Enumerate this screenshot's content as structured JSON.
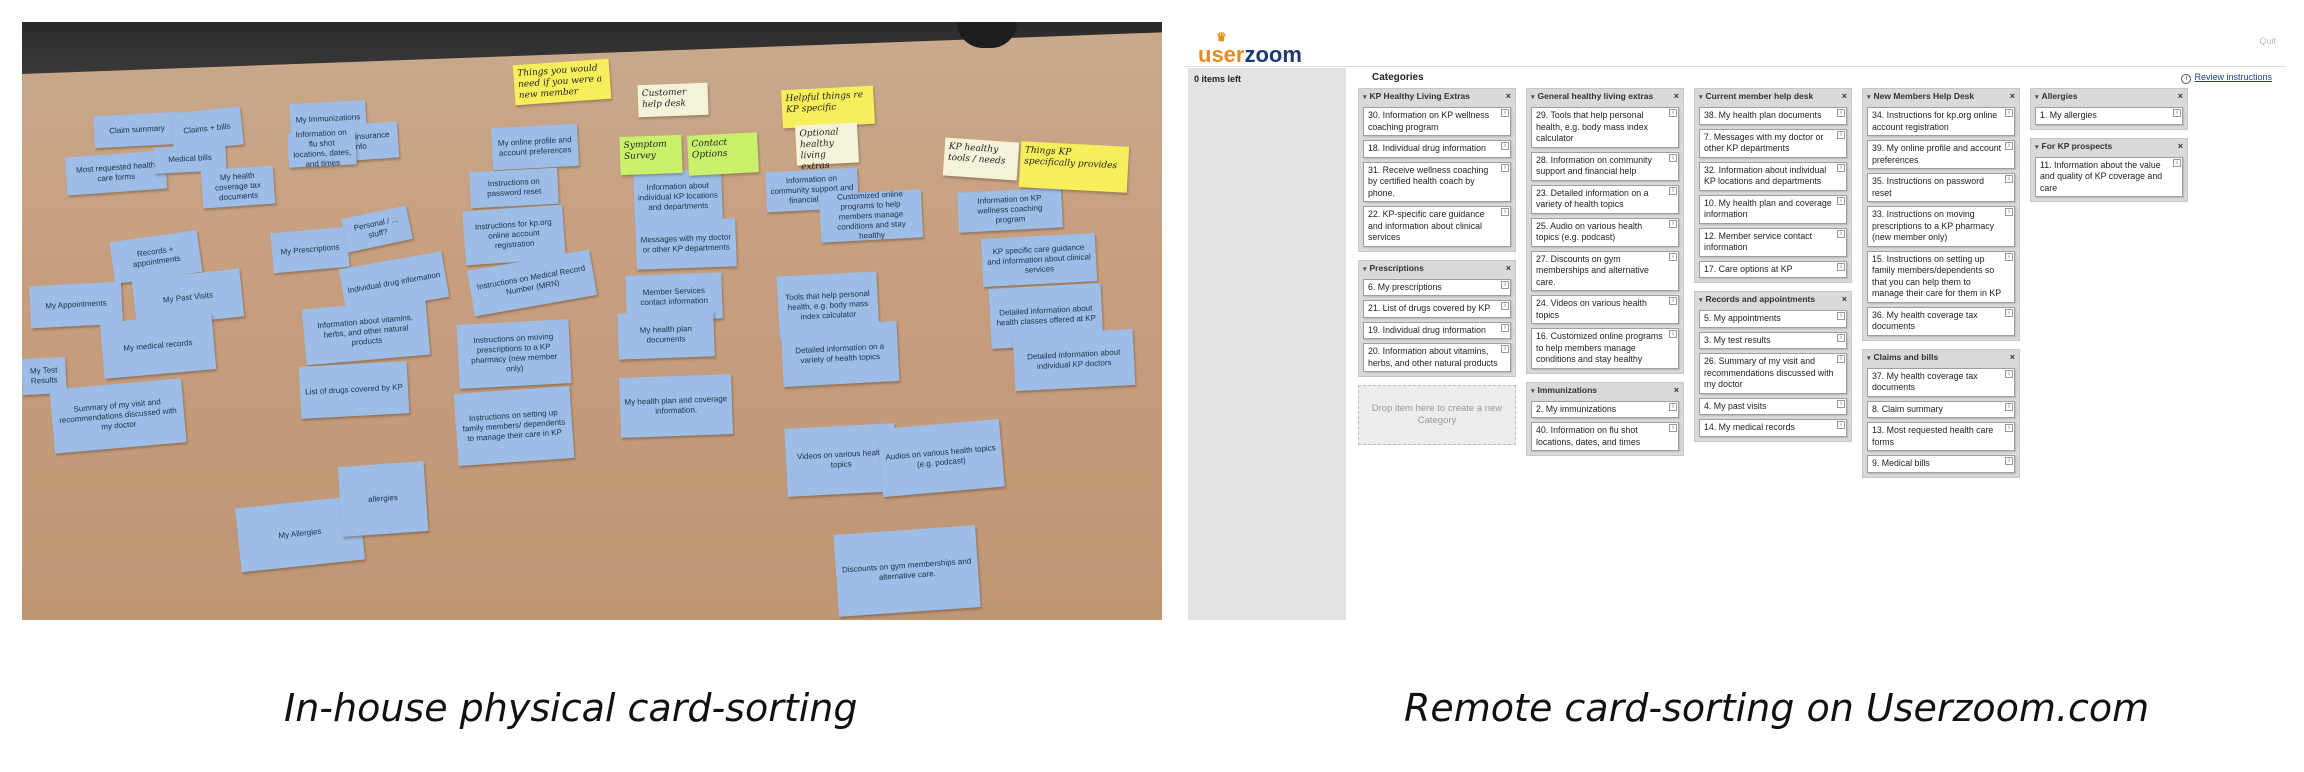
{
  "photo": {
    "cards": [
      {
        "t": "Claim summary"
      },
      {
        "t": "Most requested health care forms"
      },
      {
        "t": "Claims + bills"
      },
      {
        "t": "Medical bills"
      },
      {
        "t": "My health coverage tax documents"
      },
      {
        "t": "Records + appointments"
      },
      {
        "t": "My Past Visits"
      },
      {
        "t": "My Appointments"
      },
      {
        "t": "My medical records"
      },
      {
        "t": "My Test Results"
      },
      {
        "t": "Summary of my visit and recommendations discussed with my doctor"
      },
      {
        "t": "My Immunizations"
      },
      {
        "t": "Health insurance info"
      },
      {
        "t": "Information on flu shot locations, dates, and times"
      },
      {
        "t": "My Prescriptions"
      },
      {
        "t": "Individual drug information"
      },
      {
        "t": "Personal / ... stuff?"
      },
      {
        "t": "Information about vitamins, herbs, and other natural products"
      },
      {
        "t": "List of drugs covered by KP"
      },
      {
        "t": "My Allergies"
      },
      {
        "t": "allergies"
      },
      {
        "t": "My online profile and account preferences"
      },
      {
        "t": "Instructions on password reset"
      },
      {
        "t": "Instructions for kp.org online account registration"
      },
      {
        "t": "Instructions on Medical Record Number (MRN)"
      },
      {
        "t": "Instructions on moving prescriptions to a KP pharmacy (new member only)"
      },
      {
        "t": "Instructions on setting up family members/ dependents to manage their care in KP"
      },
      {
        "t": "Information about individual KP locations and departments"
      },
      {
        "t": "Messages with my doctor or other KP departments"
      },
      {
        "t": "Member Services contact information"
      },
      {
        "t": "My health plan documents"
      },
      {
        "t": "My health plan and coverage information."
      },
      {
        "t": "Information on community support and financial help"
      },
      {
        "t": "Customized online programs to help members manage conditions and stay healthy"
      },
      {
        "t": "Tools that help personal health, e.g. body mass index calculator"
      },
      {
        "t": "Detailed information on a variety of health topics"
      },
      {
        "t": "Videos on various health topics"
      },
      {
        "t": "Audios on various health topics (e.g. podcast)"
      },
      {
        "t": "Discounts on gym memberships and alternative care."
      },
      {
        "t": "Information on KP wellness coaching program"
      },
      {
        "t": "KP specific care guidance and information about clinical services"
      },
      {
        "t": "Detailed information about health classes offered at KP"
      },
      {
        "t": "Detailed information about individual KP doctors"
      }
    ],
    "stickies": [
      {
        "t": "Things you would need if you were a new member"
      },
      {
        "t": "Helpful things re KP specific"
      },
      {
        "t": "Things KP specifically provides"
      },
      {
        "t": "KP healthy tools / needs"
      },
      {
        "t": "Symptom Survey"
      },
      {
        "t": "Contact Options"
      },
      {
        "t": "Customer help desk"
      },
      {
        "t": "Optional healthy living extras"
      }
    ]
  },
  "captions": {
    "left": "In-house physical card-sorting",
    "right": "Remote card-sorting on Userzoom.com"
  },
  "userzoom": {
    "logo_a": "user",
    "logo_b": "zoom",
    "quit": "Quit",
    "items_left": "0 items left",
    "categories_title": "Categories",
    "review_link": "Review instructions",
    "drop_zone": "Drop item here to create a new Category",
    "columns": [
      [
        {
          "title": "KP Healthy Living Extras",
          "items": [
            "30. Information on KP wellness coaching program",
            "18. Individual drug information",
            "31. Receive wellness coaching by certified health coach by phone.",
            "22. KP-specific care guidance and information about clinical services"
          ]
        },
        {
          "title": "Prescriptions",
          "items": [
            "6. My prescriptions",
            "21. List of drugs covered by KP",
            "19. Individual drug information",
            "20. Information about vitamins, herbs, and other natural products"
          ]
        }
      ],
      [
        {
          "title": "General healthy living extras",
          "items": [
            "29. Tools that help personal health, e.g. body mass index calculator",
            "28. Information on community support and financial help",
            "23. Detailed information on a variety of health topics",
            "25. Audio on various health topics (e.g. podcast)",
            "27. Discounts on gym memberships and alternative care.",
            "24. Videos on various health topics",
            "16. Customized online programs to help members manage conditions and stay healthy"
          ]
        },
        {
          "title": "Immunizations",
          "items": [
            "2. My immunizations",
            "40. Information on flu shot locations, dates, and times"
          ]
        }
      ],
      [
        {
          "title": "Current member help desk",
          "items": [
            "38. My health plan documents",
            "7. Messages with my doctor or other KP departments",
            "32. Information about individual KP locations and departments",
            "10. My health plan and coverage information",
            "12. Member service contact information",
            "17. Care options at KP"
          ]
        },
        {
          "title": "Records and appointments",
          "items": [
            "5. My appointments",
            "3. My test results",
            "26. Summary of my visit and recommendations discussed with my doctor",
            "4. My past visits",
            "14. My medical records"
          ]
        }
      ],
      [
        {
          "title": "New Members Help Desk",
          "items": [
            "34. Instructions for kp.org online account registration",
            "39. My online profile and account preferences",
            "35. Instructions on password reset",
            "33. Instructions on moving prescriptions to a KP pharmacy (new member only)",
            "15. Instructions on setting up family members/dependents so that you can help them to manage their care for them in KP",
            "36. My health coverage tax documents"
          ]
        },
        {
          "title": "Claims and bills",
          "items": [
            "37. My health coverage tax documents",
            "8. Claim summary",
            "13. Most requested health care forms",
            "9. Medical bills"
          ]
        }
      ],
      [
        {
          "title": "Allergies",
          "items": [
            "1. My allergies"
          ]
        },
        {
          "title": "For KP prospects",
          "items": [
            "11. Information about the value and quality of KP coverage and care"
          ]
        }
      ]
    ]
  }
}
